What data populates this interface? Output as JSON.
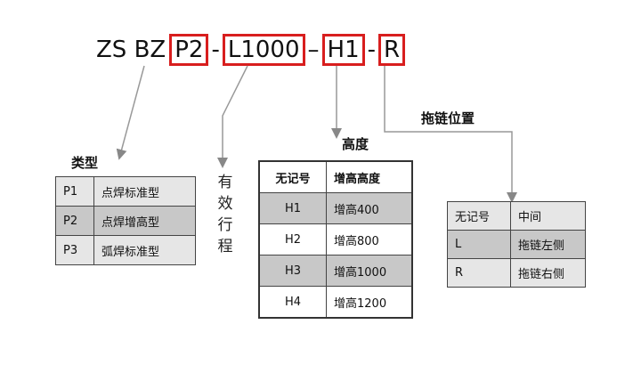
{
  "model": {
    "prefix": "ZS BZ",
    "type_code": "P2",
    "sep1": "-",
    "stroke_code": "L1000",
    "sep2": "–",
    "height_code": "H1",
    "sep3": "-",
    "position_code": "R"
  },
  "type_section": {
    "title": "类型",
    "rows": [
      {
        "code": "P1",
        "desc": "点焊标准型"
      },
      {
        "code": "P2",
        "desc": "点焊增高型"
      },
      {
        "code": "P3",
        "desc": "弧焊标准型"
      }
    ]
  },
  "stroke_section": {
    "title_chars": [
      "有",
      "效",
      "行",
      "程"
    ]
  },
  "height_section": {
    "title": "高度",
    "rows": [
      {
        "code": "无记号",
        "desc": "增高高度"
      },
      {
        "code": "H1",
        "desc": "增高400"
      },
      {
        "code": "H2",
        "desc": "增高800"
      },
      {
        "code": "H3",
        "desc": "增高1000"
      },
      {
        "code": "H4",
        "desc": "增高1200"
      }
    ]
  },
  "position_section": {
    "title": "拖链位置",
    "rows": [
      {
        "code": "无记号",
        "desc": "中间"
      },
      {
        "code": "L",
        "desc": "拖链左侧"
      },
      {
        "code": "R",
        "desc": "拖链右侧"
      }
    ]
  },
  "colors": {
    "highlight_border": "#d81e1e",
    "row_shade": "#c8c8c8",
    "line": "#999999"
  }
}
